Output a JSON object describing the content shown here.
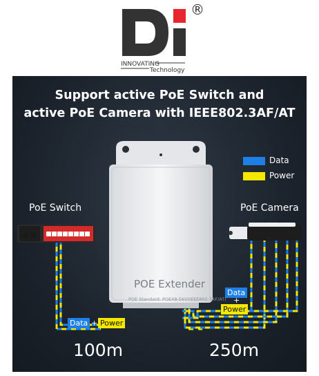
{
  "brand": {
    "tagline_part1": "INNOVATING",
    "tagline_part2": "Technology",
    "registered_mark": "®",
    "colors": {
      "dark": "#333333",
      "accent": "#e8262d"
    }
  },
  "headline": {
    "line1": "Support active PoE Switch and",
    "line2": "active PoE Camera with IEEE802.3AF/AT"
  },
  "legend": {
    "items": [
      {
        "label": "Data",
        "color": "#1e7fe6"
      },
      {
        "label": "Power",
        "color": "#f4e800"
      }
    ]
  },
  "switch": {
    "title": "PoE Switch"
  },
  "camera": {
    "title": "PoE Camera"
  },
  "extender": {
    "title": "POE Extender",
    "standard": "POE Standard: POE48-56V(IEEE802.3AF/AT)"
  },
  "left_link": {
    "data_label": "Data",
    "plus": "+",
    "power_label": "Power",
    "distance": "100m"
  },
  "right_link": {
    "data_label": "Data",
    "plus": "+",
    "power_label": "Power",
    "distance": "250m"
  }
}
